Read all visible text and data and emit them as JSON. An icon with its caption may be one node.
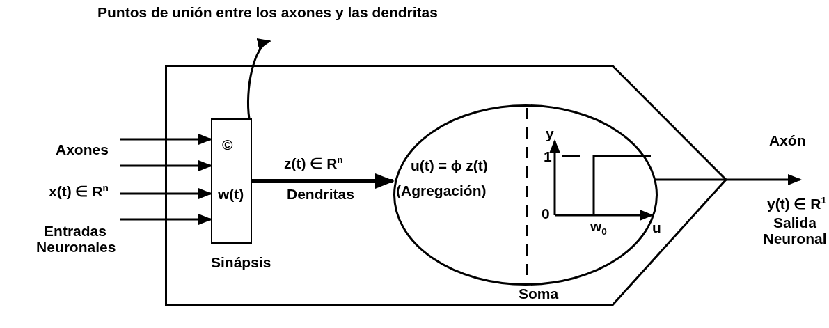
{
  "diagram": {
    "nodes": [
      {
        "text": [],
        "shape": "pentagon"
      },
      {
        "text": [
          "©",
          "w(t)"
        ],
        "beside": [
          "Sinápsis"
        ],
        "in": 0
      },
      {
        "text": [
          "u(t) = ϕ z(t)",
          "(Agregación)"
        ],
        "beside": [
          "Soma"
        ],
        "in": 0
      },
      {
        "text": [
          "Puntos de unión entre los axones y las dendritas"
        ]
      }
    ],
    "edges": [
      {
        "from": null,
        "to": 1,
        "arrow": "to"
      },
      {
        "from": null,
        "to": 1,
        "arrow": "to"
      },
      {
        "from": null,
        "to": 1,
        "arrow": "to"
      },
      {
        "from": null,
        "to": 1,
        "arrow": "to"
      },
      {
        "from": 1,
        "to": 3,
        "arrow": "to"
      },
      {
        "from": 1,
        "to": 2,
        "arrow": "to",
        "style": "thick",
        "label": "z(t) ∈ R$^{n}$"
      },
      {
        "from": 2,
        "to": null,
        "arrow": "to",
        "label": "Axón"
      }
    ],
    "labels": [
      "Axones",
      "x(t) ∈ R$^{n}$",
      "Entradas Neuronales",
      "Dendritas",
      "y",
      "1",
      "0",
      "w$_{0}$",
      "u",
      "y(t) ∈ R$^{1}$",
      "Salida Neuronal"
    ]
  }
}
